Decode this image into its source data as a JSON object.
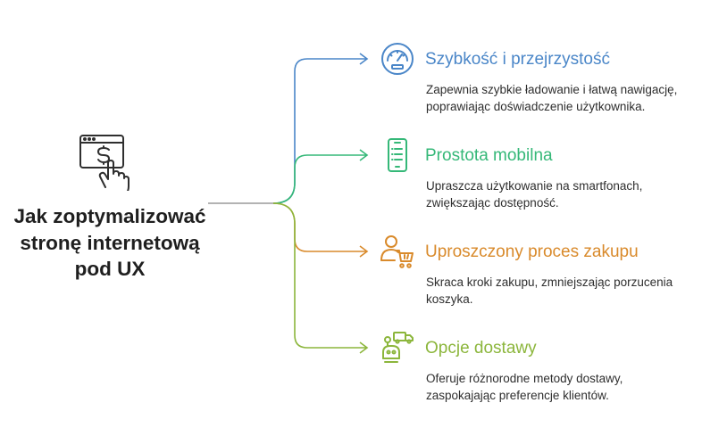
{
  "main": {
    "title": "Jak zoptymalizować stronę internetową pod UX",
    "icon": "payment-screen-hand-icon"
  },
  "branches": [
    {
      "title": "Szybkość i przejrzystość",
      "description": "Zapewnia szybkie ładowanie i łatwą nawigację, poprawiając doświadczenie użytkownika.",
      "color": "#4a86c8",
      "icon": "speedometer-icon"
    },
    {
      "title": "Prostota mobilna",
      "description": "Upraszcza użytkowanie na smartfonach, zwiększając dostępność.",
      "color": "#35b878",
      "icon": "mobile-phone-icon"
    },
    {
      "title": "Uproszczony proces zakupu",
      "description": "Skraca kroki zakupu, zmniejszając porzucenia koszyka.",
      "color": "#d98a2b",
      "icon": "user-cart-icon"
    },
    {
      "title": "Opcje dostawy",
      "description": "Oferuje różnorodne metody dostawy, zaspokajając preferencje klientów.",
      "color": "#8cb63c",
      "icon": "delivery-robot-icon"
    }
  ],
  "trunk_color": "#9a9a9a"
}
